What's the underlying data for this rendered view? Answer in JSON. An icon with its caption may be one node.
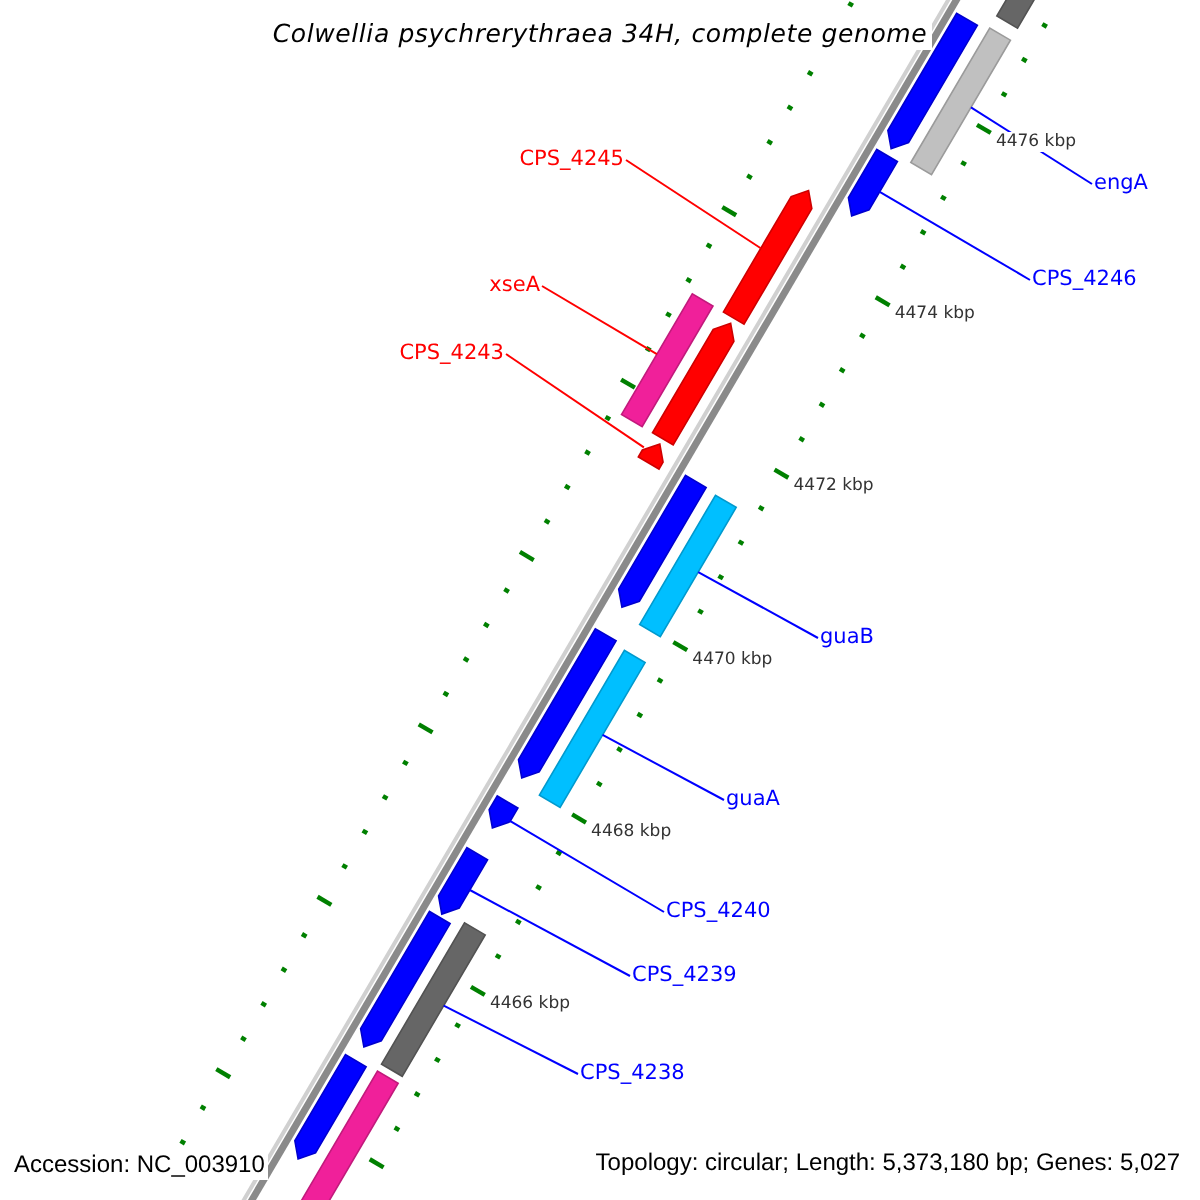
{
  "diagram": {
    "title": "Colwellia psychrerythraea 34H, complete genome",
    "nodes": [
      {
        "text": [
          "CPS_4245"
        ]
      },
      {
        "text": [
          "engA"
        ]
      },
      {
        "text": [
          "CPS_4246"
        ]
      },
      {
        "text": [
          "xseA"
        ]
      },
      {
        "text": [
          "CPS_4243"
        ]
      },
      {
        "text": [
          "guaB"
        ]
      },
      {
        "text": [
          "guaA"
        ]
      },
      {
        "text": [
          "CPS_4240"
        ]
      },
      {
        "text": [
          "CPS_4239"
        ]
      },
      {
        "text": [
          "CPS_4238"
        ]
      },
      {
        "text": [],
        "shape": "bar"
      },
      {
        "text": [],
        "shape": "bar"
      },
      {
        "text": [],
        "shape": "arrow"
      },
      {
        "text": [],
        "shape": "arrow"
      },
      {
        "text": [],
        "shape": "arrow"
      },
      {
        "text": [],
        "shape": "bar"
      },
      {
        "text": [],
        "shape": "arrow"
      },
      {
        "text": [],
        "shape": "arrow"
      },
      {
        "text": [],
        "shape": "arrow"
      },
      {
        "text": [],
        "shape": "bar"
      },
      {
        "text": [],
        "shape": "arrow"
      },
      {
        "text": [],
        "shape": "bar"
      },
      {
        "text": [],
        "shape": "arrow"
      },
      {
        "text": [],
        "shape": "arrow"
      },
      {
        "text": [],
        "shape": "arrow"
      },
      {
        "text": [],
        "shape": "bar"
      },
      {
        "text": [],
        "shape": "arrow"
      },
      {
        "text": [],
        "shape": "bar"
      }
    ],
    "edges": [
      {
        "from": 0,
        "to": 14,
        "arrow": "none",
        "color": "#ff0000"
      },
      {
        "from": 1,
        "to": 11,
        "arrow": "none"
      },
      {
        "from": 2,
        "to": 13,
        "arrow": "none"
      },
      {
        "from": 3,
        "to": 15,
        "arrow": "none",
        "color": "#ff0000"
      },
      {
        "from": 4,
        "to": 17,
        "arrow": "none",
        "color": "#ff0000"
      },
      {
        "from": 5,
        "to": 19,
        "arrow": "none"
      },
      {
        "from": 6,
        "to": 21,
        "arrow": "none"
      },
      {
        "from": 7,
        "to": 22,
        "arrow": "none"
      },
      {
        "from": 8,
        "to": 23,
        "arrow": "none"
      },
      {
        "from": 9,
        "to": 25,
        "arrow": "none"
      }
    ],
    "labels": [
      "4476 kbp",
      "4474 kbp",
      "4472 kbp",
      "4470 kbp",
      "4468 kbp",
      "4466 kbp",
      "Accession: NC_003910",
      "Topology: circular; Length: 5,373,180 bp; Genes: 5,027"
    ]
  }
}
